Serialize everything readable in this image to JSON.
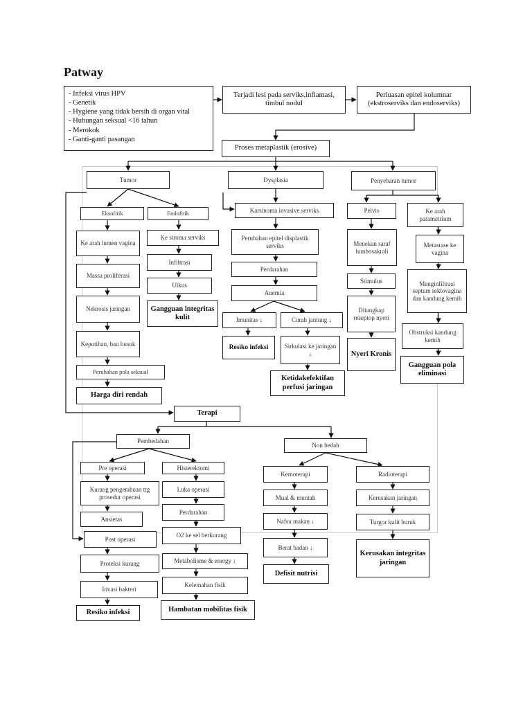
{
  "title": "Patway",
  "causes": [
    "Infeksi virus HPV",
    "Genetik",
    "Hygiene yang tidak bersih di organ vital",
    "Hubungan seksual <16 tahun",
    "Merokok",
    "Ganti-ganti pasangan"
  ],
  "nodes": {
    "lesi": "Terjadi lesi pada serviks,inflamasi, timbul nodul",
    "perluasan": "Perluasan epitel kolumnar (ekstroserviks dan endoserviks)",
    "proses": "Proses metaplastik (erosive)",
    "tumor": "Tumor",
    "dysplasia": "Dysplasia",
    "penyebaran": "Penyebaran tumor",
    "eksofitik": "Eksofitik",
    "endofitik": "Endofitik",
    "karsinoma": "Karsinoma invasive serviks",
    "pelvis": "Pelvis",
    "parametrium": "Ke arah parametrium",
    "lumen": "Ke arah lumen vagina",
    "stroma": "Ke stroma serviks",
    "perubahan_epitel": "Perubahan epitel displastik serviks",
    "menekan": "Menekan saraf lumbosakrali",
    "metastase": "Metastase ke vagina",
    "massa": "Massa proliferasi",
    "infiltrasi": "Infiltrasi",
    "perdarahan1": "Perdarahan",
    "stimulus": "Stimulus",
    "menginfiltrasi": "Menginfiltrasi septum rektovagina dan kandung kemih",
    "ulkus": "Ulkus",
    "anemia": "Anemia",
    "nekrosis": "Nekrosis jaringan",
    "integritas_kulit": "Gangguan integritas kulit",
    "imunitas": "Imunitas ↓",
    "curah": "Curah jantung ↓",
    "ditangkap": "Ditangkap reseptop nyeri",
    "obstruksi": "Obstruksi kandung kemih",
    "keputihan": "Keputihan, bau busuk",
    "resiko_infeksi1": "Resiko infeksi",
    "sirkulasi": "Sirkulasi ke jaringan ↓",
    "nyeri": "Nyeri Kronis",
    "eliminasi": "Gangguan pola eliminasi",
    "perubahan_pola": "Perubahan pola seksual",
    "perfusi": "Ketidakefektifan perfusi jaringan",
    "harga_diri": "Harga diri rendah",
    "terapi": "Terapi",
    "pembedahan": "Pembedahan",
    "non_bedah": "Non bedah",
    "pre_operasi": "Pre operasi",
    "histerektomi": "Histerektomi",
    "kemoterapi": "Kemoterapi",
    "radioterapi": "Radioterapi",
    "kurang_pengetahuan": "Kurang pengetahuan ttg prosedur operasi",
    "luka_operasi": "Luka operasi",
    "mual": "Mual & muntah",
    "kerusakan_jaringan": "Kerusakan jaringan",
    "ansietas": "Ansietas",
    "perdarahan2": "Perdarahan",
    "nafsu": "Nafsu makan ↓",
    "turgor": "Turgor kulit buruk",
    "post_operasi": "Post operasi",
    "o2": "O2 ke sel berkurang",
    "berat": "Berat badan ↓",
    "kerusakan_integritas": "Kerusakan integritas jaringan",
    "proteksi": "Proteksi kurang",
    "metabolisme": "Metabolisme & energy ↓",
    "defisit": "Defisit nutrisi",
    "invasi": "Invasi bakteri",
    "kelemahan": "Kelemahan fisik",
    "resiko_infeksi2": "Resiko infeksi",
    "hambatan": "Hambatan mobilitas fisik"
  }
}
